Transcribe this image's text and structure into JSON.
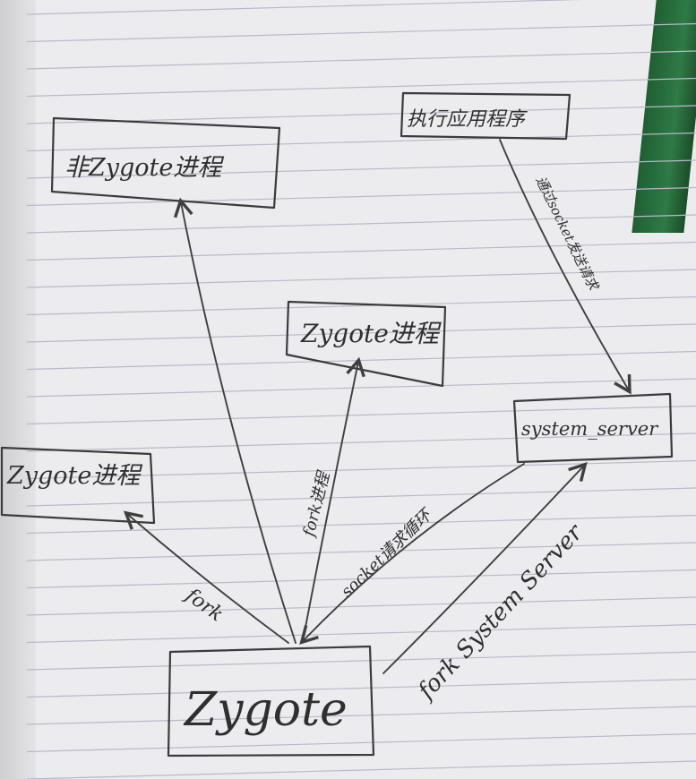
{
  "nodes": {
    "non_zygote": "非Zygote进程",
    "app_launcher": "执行应用程序",
    "zygote_process": "Zygote进程",
    "zygote_left": "Zygote进程",
    "system_server": "system_server",
    "zygote_main": "Zygote"
  },
  "edges": {
    "socket_request": "通过socket发送请求",
    "fork_process": "fork进程",
    "socket_loop": "socket请求循环",
    "fork_system_server": "fork System Server",
    "left_fork": "fork"
  },
  "colors": {
    "ink": "#3b3b3b",
    "paper": "#ececef",
    "lines": "#b9b9c8"
  }
}
